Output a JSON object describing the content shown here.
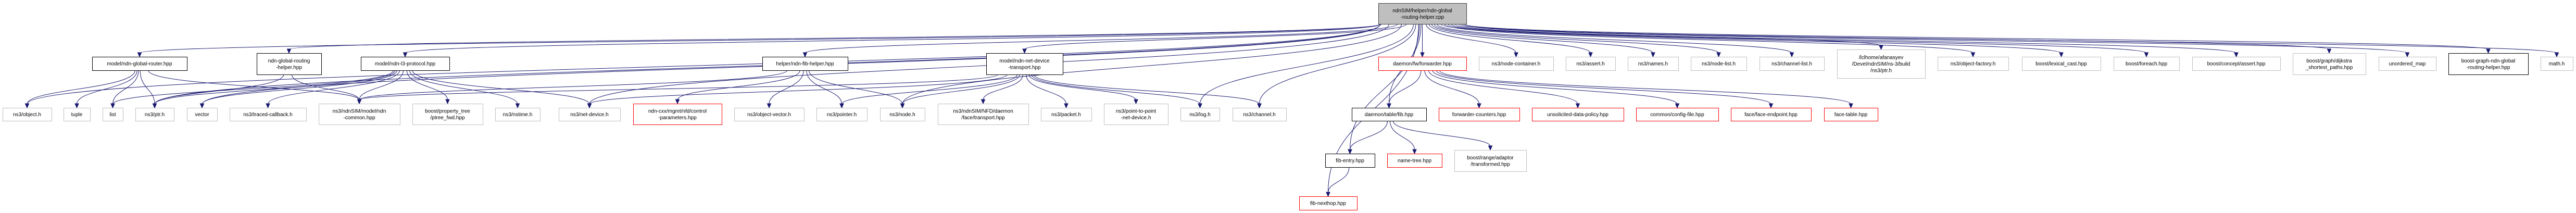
{
  "graph": {
    "title": "ndnSIM/helper/ndn-global-routing-helper.cpp",
    "edge_color": "#191970",
    "node_styles": {
      "root": {
        "fill": "#bfbfbf",
        "border": "#404040"
      },
      "documented": {
        "fill": "#ffffff",
        "border": "#000000"
      },
      "external": {
        "fill": "#ffffff",
        "border": "#bfbfbf"
      },
      "missing": {
        "fill": "#ffffff",
        "border": "#ff0000"
      }
    },
    "nodes": [
      {
        "id": "root",
        "lines": [
          "ndnSIM/helper/ndn-global",
          "-routing-helper.cpp"
        ],
        "kind": "root"
      },
      {
        "id": "global-router",
        "lines": [
          "model/ndn-global-router.hpp"
        ],
        "kind": "documented"
      },
      {
        "id": "global-routing-helper-hpp",
        "lines": [
          "ndn-global-routing",
          "-helper.hpp"
        ],
        "kind": "documented"
      },
      {
        "id": "l3-protocol",
        "lines": [
          "model/ndn-l3-protocol.hpp"
        ],
        "kind": "documented"
      },
      {
        "id": "fib-helper",
        "lines": [
          "helper/ndn-fib-helper.hpp"
        ],
        "kind": "documented"
      },
      {
        "id": "net-device-transport",
        "lines": [
          "model/ndn-net-device",
          "-transport.hpp"
        ],
        "kind": "documented"
      },
      {
        "id": "forwarder",
        "lines": [
          "daemon/fw/forwarder.hpp"
        ],
        "kind": "missing"
      },
      {
        "id": "node-container",
        "lines": [
          "ns3/node-container.h"
        ],
        "kind": "external"
      },
      {
        "id": "assert",
        "lines": [
          "ns3/assert.h"
        ],
        "kind": "external"
      },
      {
        "id": "names",
        "lines": [
          "ns3/names.h"
        ],
        "kind": "external"
      },
      {
        "id": "node-list",
        "lines": [
          "ns3/node-list.h"
        ],
        "kind": "external"
      },
      {
        "id": "channel-list",
        "lines": [
          "ns3/channel-list.h"
        ],
        "kind": "external"
      },
      {
        "id": "lclhome-ptr",
        "lines": [
          "/lclhome/afanasyev",
          "/Devel/ndnSIM/ns-3/build",
          "/ns3/ptr.h"
        ],
        "kind": "external"
      },
      {
        "id": "object-factory",
        "lines": [
          "ns3/object-factory.h"
        ],
        "kind": "external"
      },
      {
        "id": "lexical-cast",
        "lines": [
          "boost/lexical_cast.hpp"
        ],
        "kind": "external"
      },
      {
        "id": "foreach",
        "lines": [
          "boost/foreach.hpp"
        ],
        "kind": "external"
      },
      {
        "id": "concept-assert",
        "lines": [
          "boost/concept/assert.hpp"
        ],
        "kind": "external"
      },
      {
        "id": "dijkstra",
        "lines": [
          "boost/graph/dijkstra",
          "_shortest_paths.hpp"
        ],
        "kind": "external"
      },
      {
        "id": "unordered-map",
        "lines": [
          "unordered_map"
        ],
        "kind": "external"
      },
      {
        "id": "boost-graph-helper",
        "lines": [
          "boost-graph-ndn-global",
          "-routing-helper.hpp"
        ],
        "kind": "documented"
      },
      {
        "id": "math",
        "lines": [
          "math.h"
        ],
        "kind": "external"
      },
      {
        "id": "object",
        "lines": [
          "ns3/object.h"
        ],
        "kind": "external"
      },
      {
        "id": "tuple",
        "lines": [
          "tuple"
        ],
        "kind": "external"
      },
      {
        "id": "list",
        "lines": [
          "list"
        ],
        "kind": "external"
      },
      {
        "id": "ptr",
        "lines": [
          "ns3/ptr.h"
        ],
        "kind": "external"
      },
      {
        "id": "vector",
        "lines": [
          "vector"
        ],
        "kind": "external"
      },
      {
        "id": "traced-callback",
        "lines": [
          "ns3/traced-callback.h"
        ],
        "kind": "external"
      },
      {
        "id": "ndn-common",
        "lines": [
          "ns3/ndnSIM/model/ndn",
          "-common.hpp"
        ],
        "kind": "external"
      },
      {
        "id": "ptree-fwd",
        "lines": [
          "boost/property_tree",
          "/ptree_fwd.hpp"
        ],
        "kind": "external"
      },
      {
        "id": "nstime",
        "lines": [
          "ns3/nstime.h"
        ],
        "kind": "external"
      },
      {
        "id": "net-device",
        "lines": [
          "ns3/net-device.h"
        ],
        "kind": "external"
      },
      {
        "id": "control-parameters",
        "lines": [
          "ndn-cxx/mgmt/nfd/control",
          "-parameters.hpp"
        ],
        "kind": "missing"
      },
      {
        "id": "object-vector",
        "lines": [
          "ns3/object-vector.h"
        ],
        "kind": "external"
      },
      {
        "id": "pointer",
        "lines": [
          "ns3/pointer.h"
        ],
        "kind": "external"
      },
      {
        "id": "node",
        "lines": [
          "ns3/node.h"
        ],
        "kind": "external"
      },
      {
        "id": "nfd-transport",
        "lines": [
          "ns3/ndnSIM/NFD/daemon",
          "/face/transport.hpp"
        ],
        "kind": "external"
      },
      {
        "id": "packet",
        "lines": [
          "ns3/packet.h"
        ],
        "kind": "external"
      },
      {
        "id": "p2p-net-device",
        "lines": [
          "ns3/point-to-point",
          "-net-device.h"
        ],
        "kind": "external"
      },
      {
        "id": "log",
        "lines": [
          "ns3/log.h"
        ],
        "kind": "external"
      },
      {
        "id": "channel",
        "lines": [
          "ns3/channel.h"
        ],
        "kind": "external"
      },
      {
        "id": "fib",
        "lines": [
          "daemon/table/fib.hpp"
        ],
        "kind": "documented"
      },
      {
        "id": "forwarder-counters",
        "lines": [
          "forwarder-counters.hpp"
        ],
        "kind": "missing"
      },
      {
        "id": "unsolicited-data-policy",
        "lines": [
          "unsolicited-data-policy.hpp"
        ],
        "kind": "missing"
      },
      {
        "id": "config-file",
        "lines": [
          "common/config-file.hpp"
        ],
        "kind": "missing"
      },
      {
        "id": "face-endpoint",
        "lines": [
          "face/face-endpoint.hpp"
        ],
        "kind": "missing"
      },
      {
        "id": "face-table",
        "lines": [
          "face-table.hpp"
        ],
        "kind": "missing"
      },
      {
        "id": "fib-entry",
        "lines": [
          "fib-entry.hpp"
        ],
        "kind": "documented"
      },
      {
        "id": "name-tree",
        "lines": [
          "name-tree.hpp"
        ],
        "kind": "missing"
      },
      {
        "id": "transformed",
        "lines": [
          "boost/range/adaptor",
          "/transformed.hpp"
        ],
        "kind": "external"
      },
      {
        "id": "fib-nexthop",
        "lines": [
          "fib-nexthop.hpp"
        ],
        "kind": "missing"
      }
    ],
    "edges": [
      [
        "root",
        "global-router"
      ],
      [
        "root",
        "global-routing-helper-hpp"
      ],
      [
        "root",
        "l3-protocol"
      ],
      [
        "root",
        "fib-helper"
      ],
      [
        "root",
        "net-device-transport"
      ],
      [
        "root",
        "forwarder"
      ],
      [
        "root",
        "node-container"
      ],
      [
        "root",
        "assert"
      ],
      [
        "root",
        "names"
      ],
      [
        "root",
        "node-list"
      ],
      [
        "root",
        "channel-list"
      ],
      [
        "root",
        "lclhome-ptr"
      ],
      [
        "root",
        "object-factory"
      ],
      [
        "root",
        "lexical-cast"
      ],
      [
        "root",
        "foreach"
      ],
      [
        "root",
        "concept-assert"
      ],
      [
        "root",
        "dijkstra"
      ],
      [
        "root",
        "unordered-map"
      ],
      [
        "root",
        "boost-graph-helper"
      ],
      [
        "root",
        "math"
      ],
      [
        "root",
        "object"
      ],
      [
        "root",
        "vector"
      ],
      [
        "root",
        "ptr"
      ],
      [
        "root",
        "node"
      ],
      [
        "root",
        "log"
      ],
      [
        "root",
        "channel"
      ],
      [
        "root",
        "fib"
      ],
      [
        "root",
        "fib-entry"
      ],
      [
        "root",
        "fib-nexthop"
      ],
      [
        "root",
        "net-device"
      ],
      [
        "global-router",
        "object"
      ],
      [
        "global-router",
        "tuple"
      ],
      [
        "global-router",
        "list"
      ],
      [
        "global-router",
        "ptr"
      ],
      [
        "global-router",
        "ndn-common"
      ],
      [
        "global-routing-helper-hpp",
        "ptr"
      ],
      [
        "global-routing-helper-hpp",
        "ndn-common"
      ],
      [
        "l3-protocol",
        "list"
      ],
      [
        "l3-protocol",
        "ptr"
      ],
      [
        "l3-protocol",
        "vector"
      ],
      [
        "l3-protocol",
        "traced-callback"
      ],
      [
        "l3-protocol",
        "ndn-common"
      ],
      [
        "l3-protocol",
        "ptree-fwd"
      ],
      [
        "l3-protocol",
        "nstime"
      ],
      [
        "l3-protocol",
        "net-device"
      ],
      [
        "fib-helper",
        "ndn-common"
      ],
      [
        "fib-helper",
        "control-parameters"
      ],
      [
        "fib-helper",
        "object-vector"
      ],
      [
        "fib-helper",
        "pointer"
      ],
      [
        "fib-helper",
        "node"
      ],
      [
        "net-device-transport",
        "ndn-common"
      ],
      [
        "net-device-transport",
        "net-device"
      ],
      [
        "net-device-transport",
        "pointer"
      ],
      [
        "net-device-transport",
        "node"
      ],
      [
        "net-device-transport",
        "nfd-transport"
      ],
      [
        "net-device-transport",
        "packet"
      ],
      [
        "net-device-transport",
        "p2p-net-device"
      ],
      [
        "net-device-transport",
        "log"
      ],
      [
        "net-device-transport",
        "channel"
      ],
      [
        "forwarder",
        "fib"
      ],
      [
        "forwarder",
        "forwarder-counters"
      ],
      [
        "forwarder",
        "unsolicited-data-policy"
      ],
      [
        "forwarder",
        "config-file"
      ],
      [
        "forwarder",
        "face-endpoint"
      ],
      [
        "forwarder",
        "face-table"
      ],
      [
        "fib",
        "fib-entry"
      ],
      [
        "fib",
        "name-tree"
      ],
      [
        "fib",
        "transformed"
      ],
      [
        "fib-entry",
        "fib-nexthop"
      ]
    ]
  }
}
